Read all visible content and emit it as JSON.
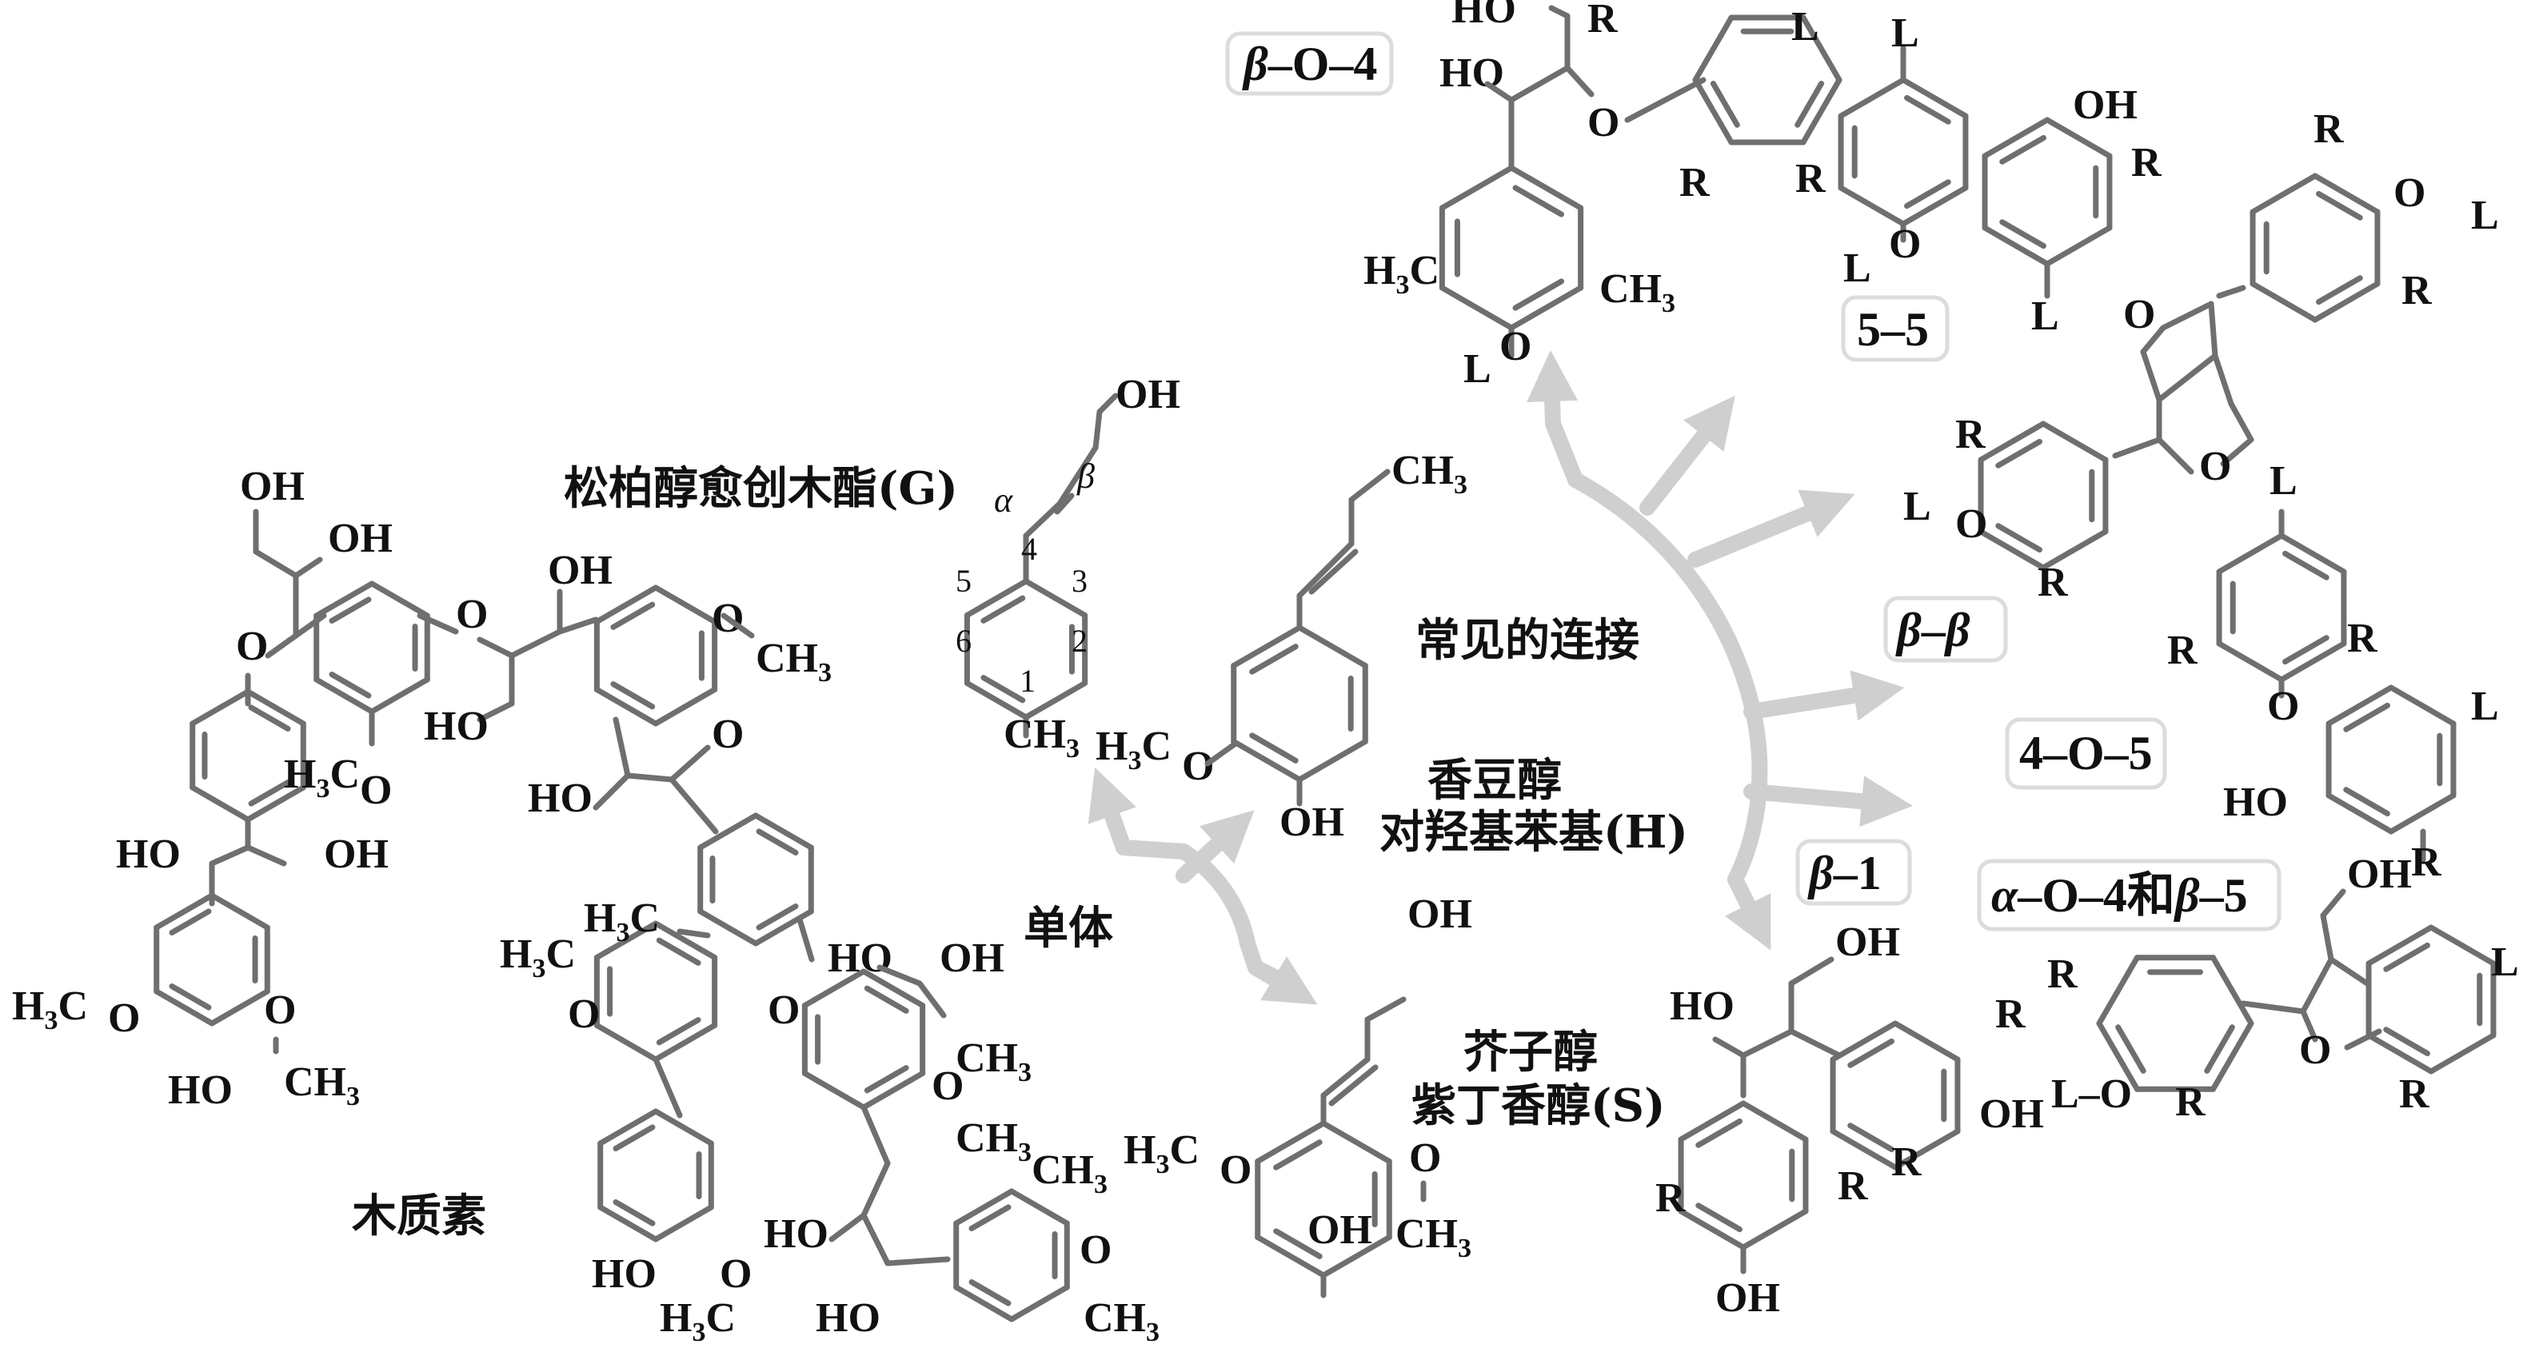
{
  "figure": {
    "colors": {
      "bond": "#6f6f6f",
      "arrow": "#cfcfcf",
      "text": "#111111",
      "label_box_border": "#dcdcdc"
    },
    "section_labels": {
      "lignin": "木质素",
      "monomers": "单体",
      "common_linkages": "常见的连接"
    },
    "monomers": {
      "coniferyl": {
        "name": "松柏醇愈创木酯(G)"
      },
      "coumaryl": {
        "line1": "香豆醇",
        "line2": "对羟基苯基(H)"
      },
      "sinapyl": {
        "line1": "芥子醇",
        "line2": "紫丁香醇(S)"
      },
      "numbering": {
        "alpha": "α",
        "beta": "β",
        "c1": "1",
        "c2": "2",
        "c3": "3",
        "c4": "4",
        "c5": "5",
        "c6": "6"
      }
    },
    "linkages": [
      {
        "id": "b-o-4",
        "greek": "β",
        "text": "–O–4"
      },
      {
        "id": "5-5",
        "greek": "",
        "text": "5–5"
      },
      {
        "id": "b-b",
        "greek": "β",
        "text": "–",
        "greek2": "β"
      },
      {
        "id": "4-o-5",
        "greek": "",
        "text": "4–O–5"
      },
      {
        "id": "b-1",
        "greek": "β",
        "text": "–1"
      },
      {
        "id": "a-o-4-b-5",
        "greek": "α",
        "text": "–O–4和",
        "greek2": "β",
        "text2": "–5"
      }
    ],
    "atoms": {
      "OH": "OH",
      "HO": "HO",
      "O": "O",
      "CH": "CH",
      "H": "H",
      "C": "C",
      "sub3": "3",
      "R": "R",
      "L": "L"
    }
  }
}
